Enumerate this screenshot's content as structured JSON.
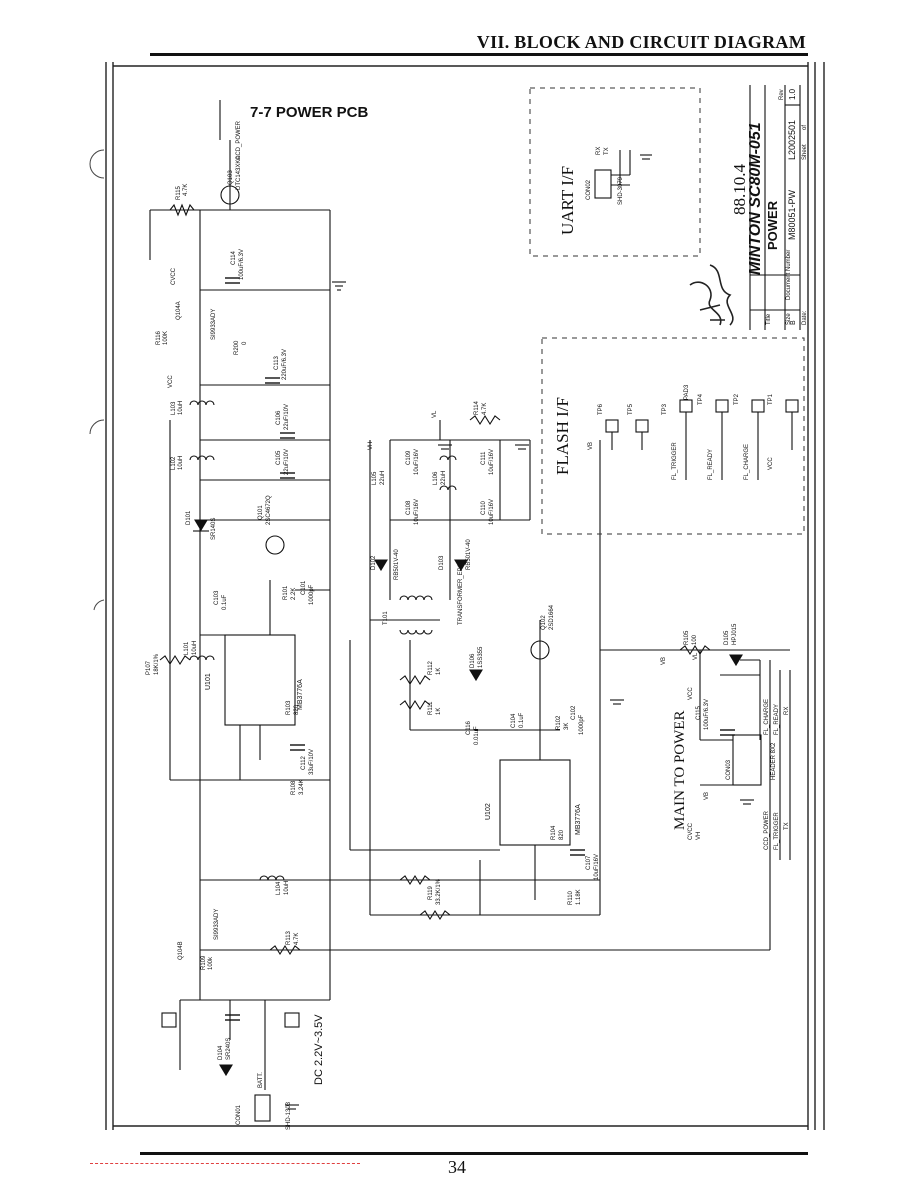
{
  "header": {
    "title": "VII. BLOCK AND CIRCUIT DIAGRAM"
  },
  "footer": {
    "page_number": "34"
  },
  "diagram": {
    "pcb_title": "7-7 POWER PCB",
    "dc_label": "DC 2.2V~3.5V",
    "uart_title": "UART I/F",
    "flash_title": "FLASH I/F",
    "main_title": "MAIN TO POWER",
    "title_block": {
      "title": "MINTON SC80M-051",
      "subtitle": "POWER",
      "doc_number": "M80051-PW",
      "doc_date_code": "L2002501",
      "rev": "1.0",
      "size": "B",
      "sheet": "of",
      "labels": {
        "size": "Size",
        "document_number": "Document Number",
        "rev": "Rev",
        "title": "Title",
        "date": "Date:",
        "sheet": "Sheet"
      },
      "signature_date": "88.10.4"
    },
    "components": {
      "con01": "CON01",
      "shd1303": "SHD-1303",
      "batt": "BATT.",
      "d104": "D104",
      "d104_part": "SR240S",
      "q104b": "Q104B",
      "q104b_part": "SI9933ADY",
      "r109": "R109",
      "r109_val": "100k",
      "r113": "R113",
      "r113_val": "4.7K",
      "l104": "L104",
      "l104_val": "10uH",
      "r108": "R108",
      "r108_val": "3.24K",
      "c112": "C112",
      "c112_val": "33uF/10V",
      "p107": "P107",
      "p107_val": "18K/1%",
      "l101": "L101",
      "l101_val": "10uH",
      "u101": "U101",
      "u101_part": "MB3776A",
      "r103": "R103",
      "r103_val": "820",
      "c103": "C103",
      "c103_val": "0.1uF",
      "r110a": "R101",
      "r110a_val": "2.2K",
      "c101": "C101",
      "c101_val": "1000pF",
      "d101": "D101",
      "d101_part": "SR140S",
      "q101": "Q101",
      "q101_part": "2SC4672Q",
      "l102": "L102",
      "l102_val": "10uH",
      "l103": "L103",
      "l103_val": "10uH",
      "c105": "C105",
      "c105_val": "22uF/10V",
      "c106": "C106",
      "c106_val": "22uF/10V",
      "c113": "C113",
      "c113_val": "220uF/6.3V",
      "r200": "R200",
      "r200_val": "0",
      "q104a": "Q104A",
      "q104a_part": "SI9933ADY",
      "r116": "R116",
      "r116_val": "100K",
      "c114": "C114",
      "c114_val": "100uF/6.3V",
      "r115": "R115",
      "r115_val": "4.7K",
      "q103": "Q103",
      "q103_part": "DTC143XKA",
      "ccd_power": "CCD_POWER",
      "cvcc": "CVCC",
      "vcc": "VCC",
      "vh": "VH",
      "vl": "VL",
      "vb": "VB",
      "r119": "R119",
      "r119_val": "33.2K/1%",
      "r110": "R110",
      "r110_val": "1.18K",
      "u102": "U102",
      "u102_part": "MB3776A",
      "r104": "R104",
      "r104_val": "820",
      "c107": "C107",
      "c107_val": "10uF/16V",
      "c116": "C116",
      "c116_val": "0.01uF",
      "c104": "C104",
      "c104_val": "0.1uF",
      "r102": "R102",
      "r102_val": "3K",
      "c102": "C102",
      "c102_val": "1000pF",
      "r111": "R111",
      "r111_val": "1K",
      "r112": "R112",
      "r112_val": "1K",
      "d106": "D106",
      "d106_part": "1SS355",
      "q102": "Q102",
      "q102_part": "2SD1664",
      "t101": "T101",
      "t101_part": "TRANSFORMER_EP13",
      "d102": "D102",
      "d102_part": "RB501V-40",
      "d103": "D103",
      "d103_part": "RB501V-40",
      "l105": "L105",
      "l105_val": "22uH",
      "l106": "L106",
      "l106_val": "22uH",
      "c108": "C108",
      "c108_val": "10uF/16V",
      "c109": "C109",
      "c109_val": "10uF/16V",
      "c110": "C110",
      "c110_val": "10uF/16V",
      "c111": "C111",
      "c111_val": "10uF/16V",
      "r114": "R114",
      "r114_val": "4.7K",
      "r105": "R105",
      "r105_val": "100",
      "d105": "D105",
      "d105_part": "HPJ015",
      "c115": "C115",
      "c115_val": "100uF/6.3V",
      "con03": "CON03",
      "header": "HEADER 8X2",
      "con02": "CON02",
      "con02_part": "SHD-3079",
      "rx": "RX",
      "tx": "TX",
      "tp1": "TP1",
      "tp2": "TP2",
      "tp3": "TP3",
      "tp4": "TP4",
      "tp5": "TP5",
      "tp6": "TP6",
      "pad3": "PAD3",
      "fl_trigger": "FL_TRIGGER",
      "fl_ready": "FL_READY",
      "fl_charge": "FL_CHARGE"
    }
  }
}
